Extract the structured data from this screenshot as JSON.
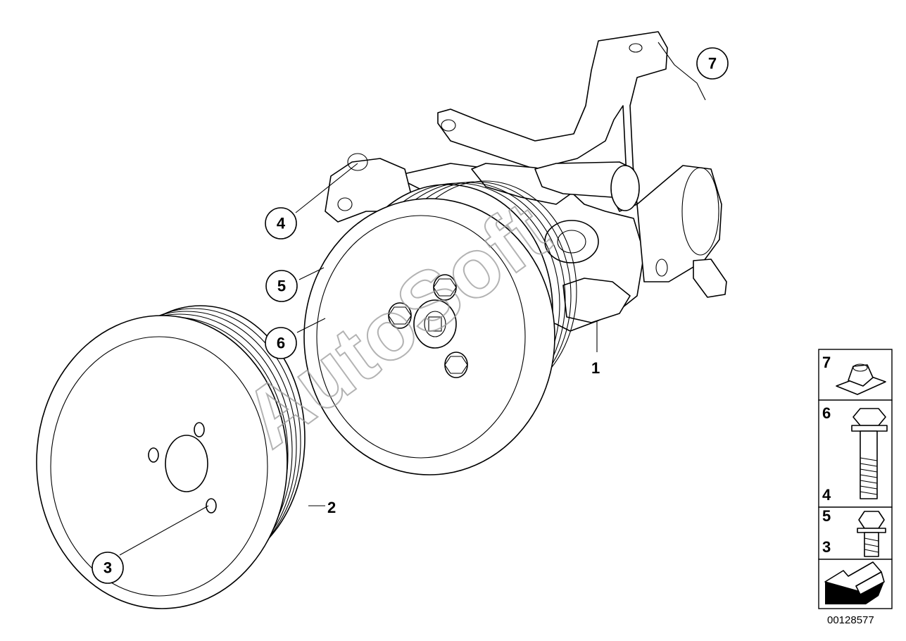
{
  "diagram": {
    "watermark": "AutoSoft",
    "document_number": "00128577",
    "callouts": [
      {
        "id": "7",
        "label": "7"
      },
      {
        "id": "4",
        "label": "4"
      },
      {
        "id": "5",
        "label": "5"
      },
      {
        "id": "6",
        "label": "6"
      },
      {
        "id": "3",
        "label": "3"
      }
    ],
    "plain_labels": [
      {
        "id": "1",
        "label": "1"
      },
      {
        "id": "2",
        "label": "2"
      }
    ],
    "legend": {
      "rows": [
        {
          "numbers": [
            "7"
          ],
          "icon": "clip-nut-icon"
        },
        {
          "numbers": [
            "6",
            "4"
          ],
          "icon": "long-hex-bolt-icon"
        },
        {
          "numbers": [
            "5",
            "3"
          ],
          "icon": "short-hex-bolt-icon"
        },
        {
          "numbers": [],
          "icon": "direction-arrow-icon"
        }
      ]
    }
  }
}
